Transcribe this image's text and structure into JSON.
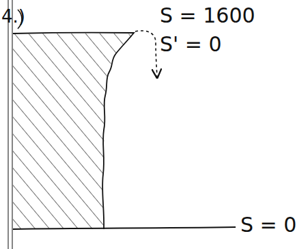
{
  "diagram": {
    "labels": [
      "4.)",
      "S = 1600",
      "S' = 0",
      "S = 0"
    ]
  }
}
